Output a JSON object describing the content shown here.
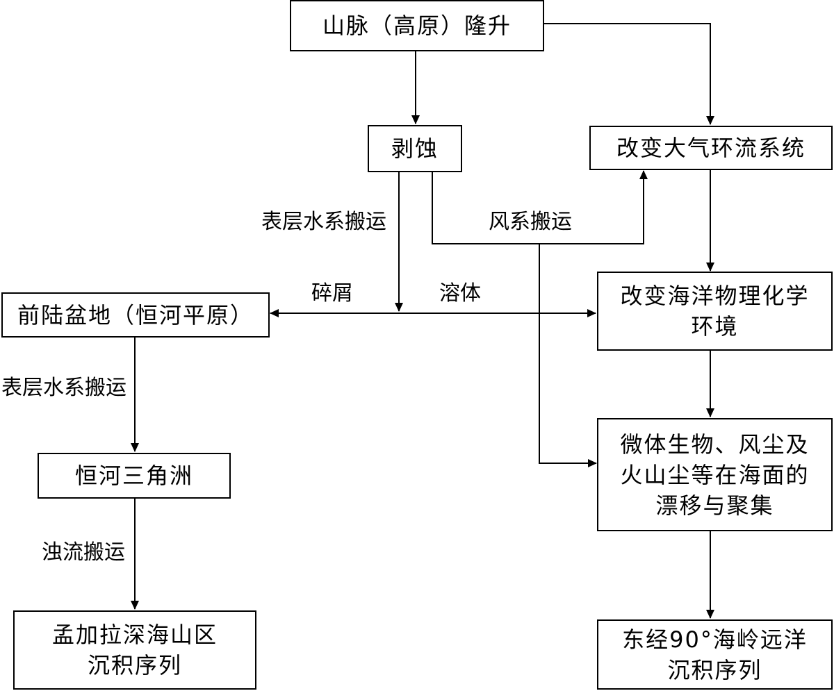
{
  "nodes": {
    "uplift": [
      "山脉（高原）隆升"
    ],
    "erosion": [
      "剥蚀"
    ],
    "atmosphere": [
      "改变大气环流系统"
    ],
    "foreland": [
      "前陆盆地（恒河平原）"
    ],
    "ocean_env": [
      "改变海洋物理化学",
      "环境"
    ],
    "delta": [
      "恒河三角洲"
    ],
    "drift": [
      "微体生物、风尘及",
      "火山尘等在海面的",
      "漂移与聚集"
    ],
    "bengal": [
      "孟加拉深海山区",
      "沉积序列"
    ],
    "ninetyeast": [
      "东经90°海岭远洋",
      "沉积序列"
    ]
  },
  "labels": {
    "surface_transport_1": "表层水系搬运",
    "wind_transport": "风系搬运",
    "debris": "碎屑",
    "solution": "溶体",
    "surface_transport_2": "表层水系搬运",
    "turbidity_transport": "浊流搬运"
  }
}
